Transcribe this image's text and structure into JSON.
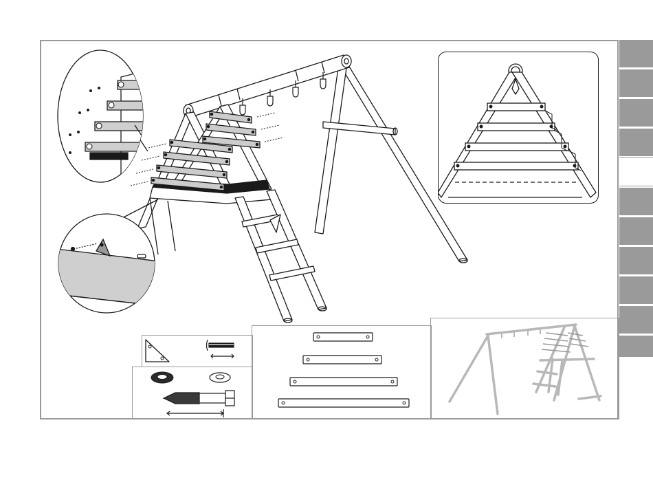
{
  "page": {
    "title": "",
    "step_label": ""
  },
  "colors": {
    "tab_fill": "#9a9a9a",
    "frame_border": "#9a9a9a",
    "line": "#1a1a1a",
    "beam_fill": "#c8c8c8",
    "detail_fill": "#cfcfcf",
    "preview_line": "#b8b8b8"
  },
  "side_tabs": {
    "count": 10,
    "active_index": 4
  },
  "icons": {
    "main_assembly": "swing-set-assembly-drawing",
    "rung_detail": "rung-bolt-detail-icon",
    "bracket_detail": "corner-bracket-detail-icon",
    "front_view": "a-frame-front-view-icon",
    "triangle_bracket": "triangle-bracket-icon",
    "short_screw": "short-screw-icon",
    "washer_rubber": "rubber-washer-icon",
    "washer_flat": "flat-washer-icon",
    "lag_bolt": "lag-bolt-icon",
    "board_1": "wood-board-icon",
    "board_2": "wood-board-icon",
    "board_3": "wood-board-icon",
    "board_4": "wood-board-icon",
    "preview": "completed-swing-set-preview-icon"
  }
}
